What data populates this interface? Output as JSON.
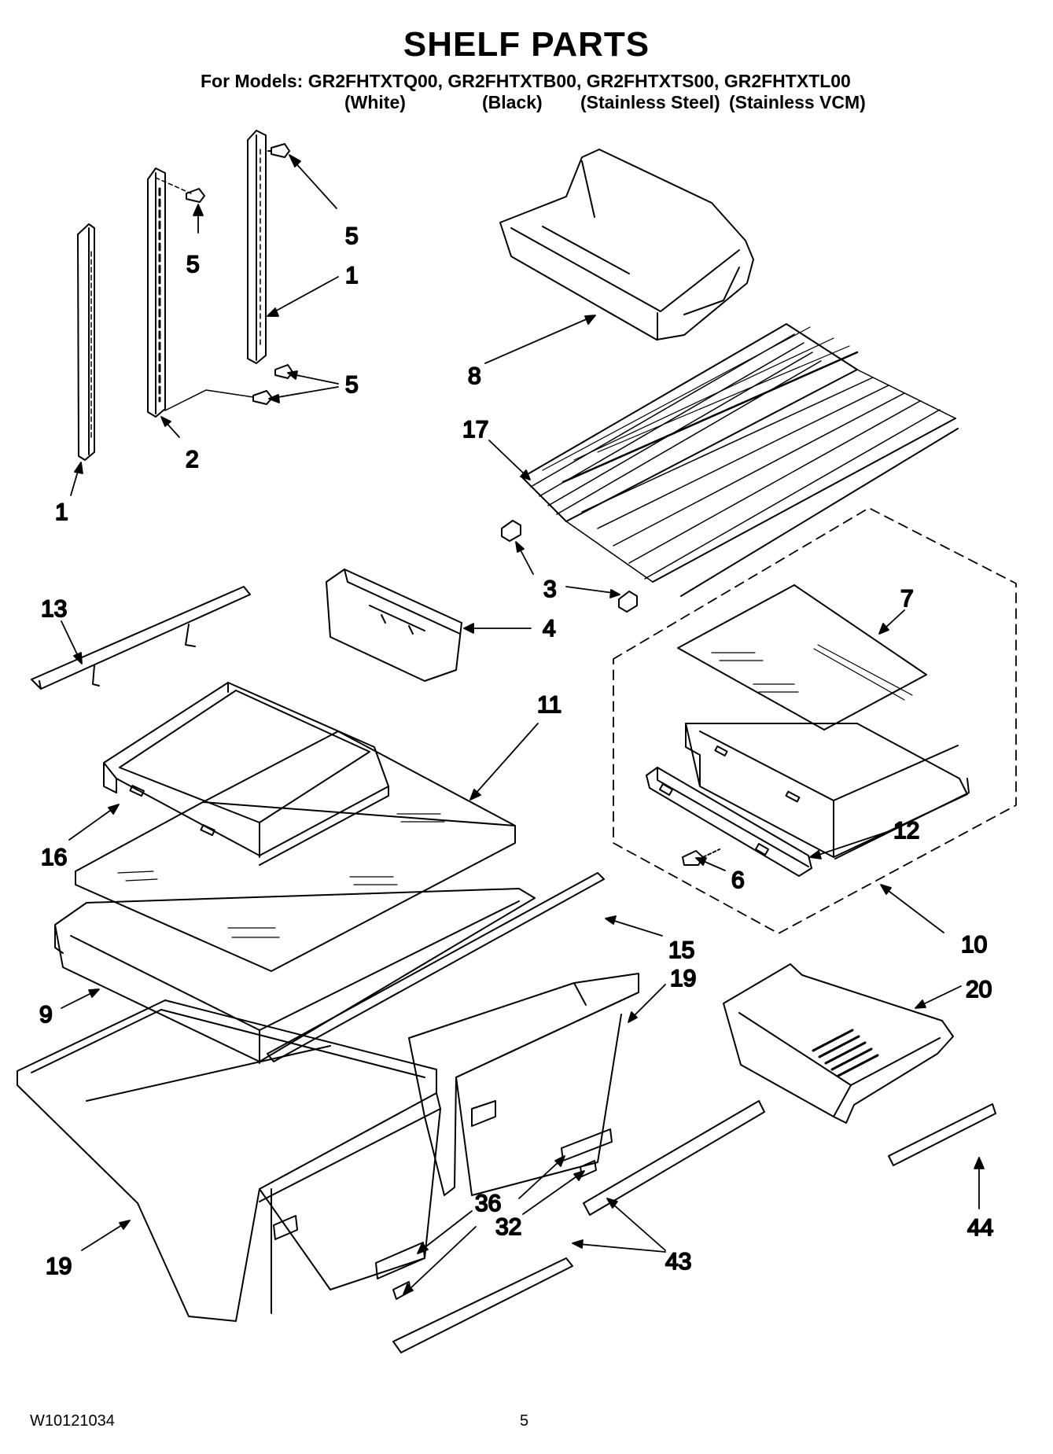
{
  "header": {
    "title": "SHELF PARTS",
    "models_line": "For Models: GR2FHTXTQ00, GR2FHTXTB00, GR2FHTXTS00, GR2FHTXTL00",
    "variants": [
      "(White)",
      "(Black)",
      "(Stainless Steel)",
      "(Stainless VCM)"
    ]
  },
  "callouts": {
    "c1a": "1",
    "c1b": "1",
    "c2": "2",
    "c3": "3",
    "c4": "4",
    "c5a": "5",
    "c5b": "5",
    "c5c": "5",
    "c6": "6",
    "c7": "7",
    "c8": "8",
    "c9": "9",
    "c10": "10",
    "c11": "11",
    "c12": "12",
    "c13": "13",
    "c15": "15",
    "c16": "16",
    "c17": "17",
    "c19a": "19",
    "c19b": "19",
    "c20": "20",
    "c32": "32",
    "c36": "36",
    "c43": "43",
    "c44": "44"
  },
  "footer": {
    "doc_number": "W10121034",
    "page": "5"
  }
}
